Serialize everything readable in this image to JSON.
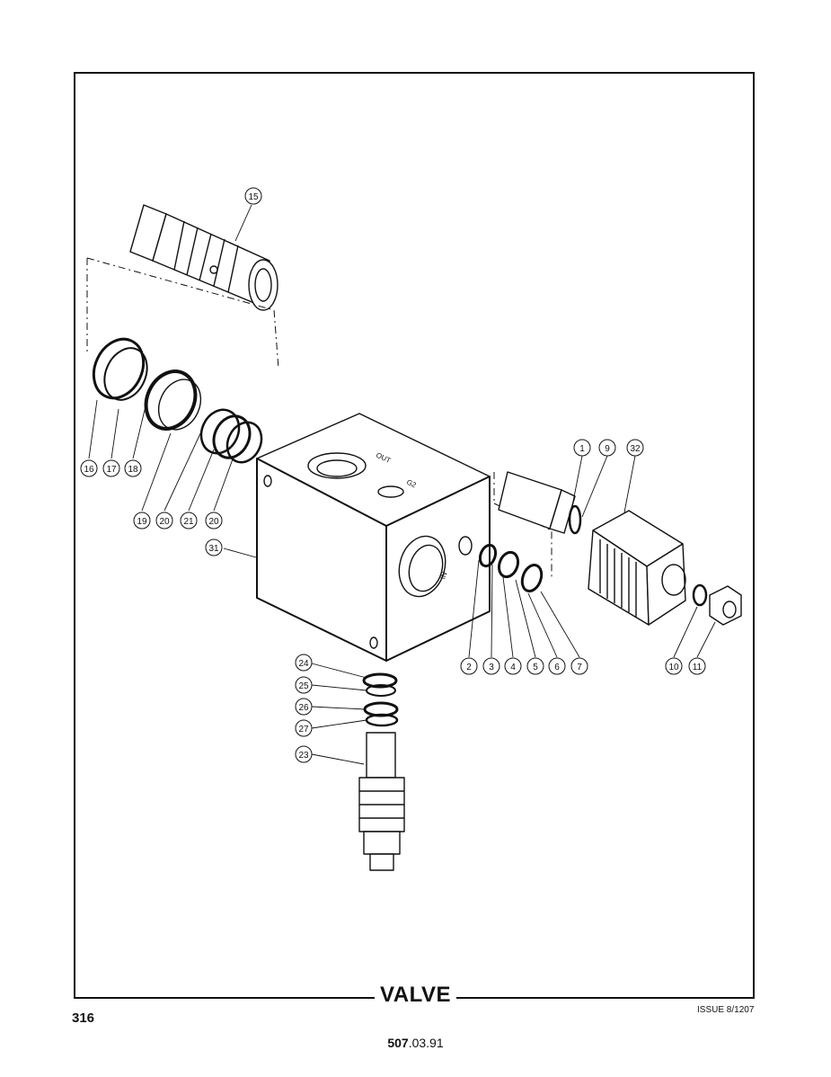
{
  "title": "VALVE",
  "page_number": "316",
  "issue": "ISSUE 8/1207",
  "doc_code_bold": "507",
  "doc_code_rest": ".03.91",
  "block_port_labels": [
    "OUT",
    "G2",
    "IN"
  ],
  "callouts": [
    "15",
    "16",
    "17",
    "18",
    "19",
    "20",
    "21",
    "20",
    "31",
    "1",
    "9",
    "32",
    "2",
    "3",
    "4",
    "5",
    "6",
    "7",
    "10",
    "11",
    "24",
    "25",
    "26",
    "27",
    "23"
  ]
}
